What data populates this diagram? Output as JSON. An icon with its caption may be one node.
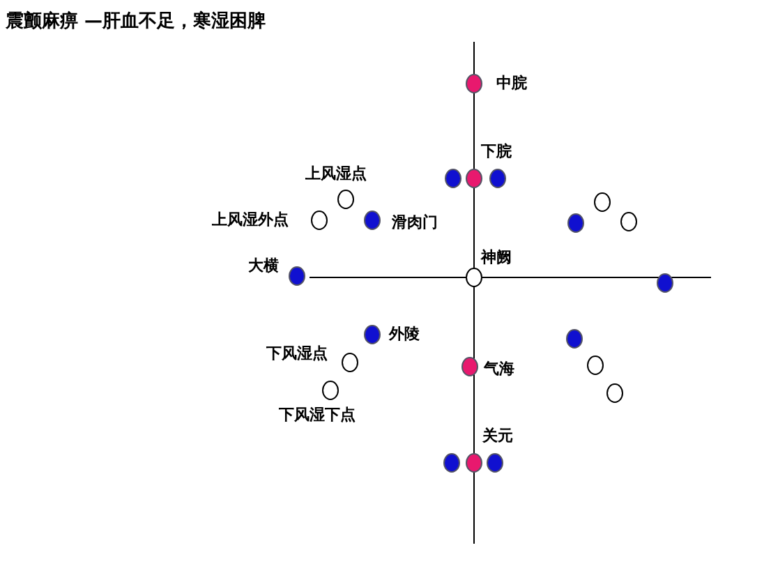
{
  "diagram": {
    "title": "震颤麻痹 —肝血不足，寒湿困脾",
    "labels": [
      "中脘",
      "下脘",
      "上风湿点",
      "上风湿外点",
      "滑肉门",
      "大横",
      "神阙",
      "外陵",
      "下风湿点",
      "气海",
      "下风湿下点",
      "关元"
    ]
  }
}
